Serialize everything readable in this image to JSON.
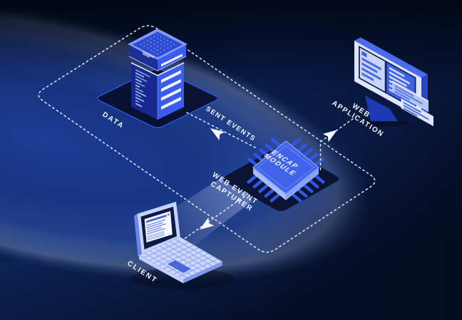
{
  "colors": {
    "background_top": "#030a20",
    "background_mid": "#0c2254",
    "background_bottom": "#051029",
    "glow_blue": "#1e3f9c",
    "accent_bright": "#3a5cf0",
    "accent_mid": "#2d55e8",
    "accent_deep": "#16298e",
    "accent_light": "#aebffa",
    "panel_light": "#dee6fc",
    "platform_dark": "#0a1330",
    "dash_line": "#eef2ff",
    "arrow_white": "#f8faff",
    "label_white": "#f2f6ff",
    "red_dot": "#e0432e"
  },
  "nodes": {
    "server": {
      "label": "DATA"
    },
    "web_app": {
      "label_line1": "WEB",
      "label_line2": "APPLICATION"
    },
    "capturer": {
      "label_line1": "WEB EVENT",
      "label_line2": "CAPTURER",
      "chip_line1": "ENCAP",
      "chip_line2": "MODULE"
    },
    "client": {
      "label": "CLIENT"
    }
  },
  "edges": {
    "sent_events": {
      "label": "SENT EVENTS"
    }
  }
}
